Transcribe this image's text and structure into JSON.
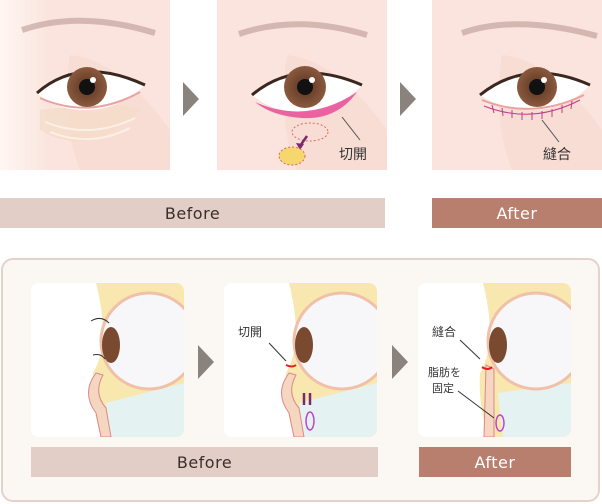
{
  "top_section": {
    "panels": [
      {
        "name": "before-front",
        "label": ""
      },
      {
        "name": "procedure-front",
        "label": "切開"
      },
      {
        "name": "after-front",
        "label": "縫合"
      }
    ],
    "before_label": "Before",
    "after_label": "After"
  },
  "bottom_section": {
    "panels": [
      {
        "name": "before-side",
        "labels": []
      },
      {
        "name": "procedure-side",
        "labels": [
          "切開"
        ]
      },
      {
        "name": "after-side",
        "labels": [
          "縫合",
          "脂肪を",
          "固定"
        ]
      }
    ],
    "before_label": "Before",
    "after_label": "After"
  },
  "colors": {
    "before_bar": "#e3cec7",
    "after_bar": "#b97f6e",
    "arrow": "#8a827c",
    "skin": "#fae4dd",
    "incision": "#e8559a",
    "fat": "#f5d76e",
    "suture": "#c040d0"
  }
}
